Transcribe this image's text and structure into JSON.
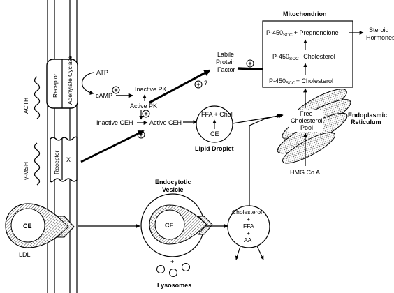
{
  "labels": {
    "acth": "ACTH",
    "msh": "γ-MSH",
    "receptor1": "Receptor",
    "adenylate_cyclase": "Adenylate Cyclase",
    "receptor2": "Receptor",
    "x": "X",
    "atp": "ATP",
    "camp": "cAMP",
    "inactive_pk": "Inactive PK",
    "active_pk": "Active PK",
    "inactive_ceh": "Inactive CEH",
    "active_ceh": "Active CEH",
    "question": "?",
    "labile_1": "Labile",
    "labile_2": "Protein",
    "labile_3": "Factor",
    "mitochondrion": "Mitochondrion",
    "p450_pregnenolone": "+ Pregnenolone",
    "p450_chol_mid": "· Cholesterol",
    "p450_chol_bottom": "+ Cholesterol",
    "p450": "P-450",
    "scc": "SCC",
    "steroid_1": "Steroid",
    "steroid_2": "Hormones",
    "lipid_ffa_chol": "FFA + Chol",
    "lipid_ce": "CE",
    "lipid_droplet": "Lipid Droplet",
    "free_chol_1": "Free",
    "free_chol_2": "Cholesterol",
    "free_chol_3": "Pool",
    "er_1": "Endoplasmic",
    "er_2": "Reticulum",
    "hmg": "HMG Co A",
    "endo_1": "Endocytotic",
    "endo_2": "Vesicle",
    "ce_vesicle": "CE",
    "ce_ldl": "CE",
    "ldl": "LDL",
    "lysosomes": "Lysosomes",
    "lyso_plus": "+",
    "prod_chol": "Cholesterol",
    "prod_plus1": "+",
    "prod_ffa": "FFA",
    "prod_plus2": "+",
    "prod_aa": "AA"
  }
}
